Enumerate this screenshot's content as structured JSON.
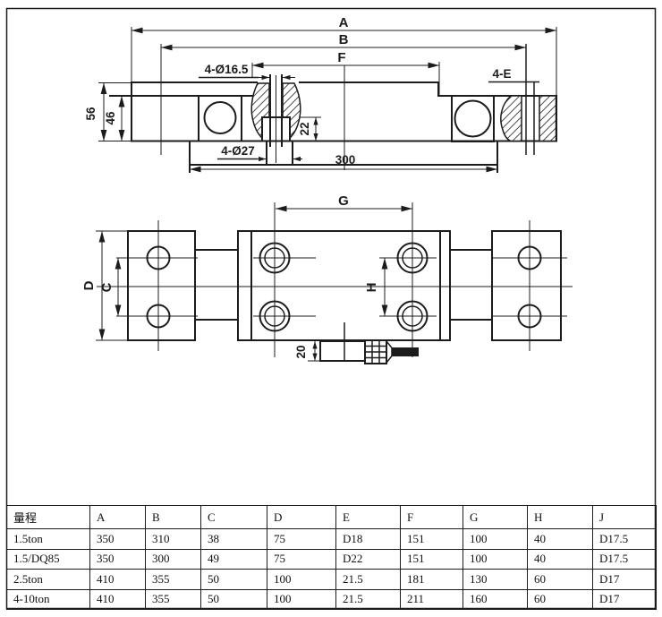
{
  "canvas": {
    "background": "#ffffff",
    "line_color": "#1c1c1c"
  },
  "drawing": {
    "side_view": {
      "dim_a": "A",
      "dim_b": "B",
      "dim_f": "F",
      "stud_holes": "4-Ø16.5",
      "corner_bolts": "4-E",
      "height_total": "56",
      "height_body": "46",
      "nut_height": "22",
      "base_holes": "4-Ø27",
      "base_length": "300"
    },
    "plan_view": {
      "dim_g": "G",
      "dim_d": "D",
      "dim_c": "C",
      "dim_h": "H",
      "cable_offset": "20"
    }
  },
  "table": {
    "headers": [
      "量程",
      "A",
      "B",
      "C",
      "D",
      "E",
      "F",
      "G",
      "H",
      "J"
    ],
    "rows": [
      [
        "1.5ton",
        "350",
        "310",
        "38",
        "75",
        "D18",
        "151",
        "100",
        "40",
        "D17.5"
      ],
      [
        "1.5/DQ85",
        "350",
        "300",
        "49",
        "75",
        "D22",
        "151",
        "100",
        "40",
        "D17.5"
      ],
      [
        "2.5ton",
        "410",
        "355",
        "50",
        "100",
        "21.5",
        "181",
        "130",
        "60",
        "D17"
      ],
      [
        "4-10ton",
        "410",
        "355",
        "50",
        "100",
        "21.5",
        "211",
        "160",
        "60",
        "D17"
      ]
    ]
  }
}
